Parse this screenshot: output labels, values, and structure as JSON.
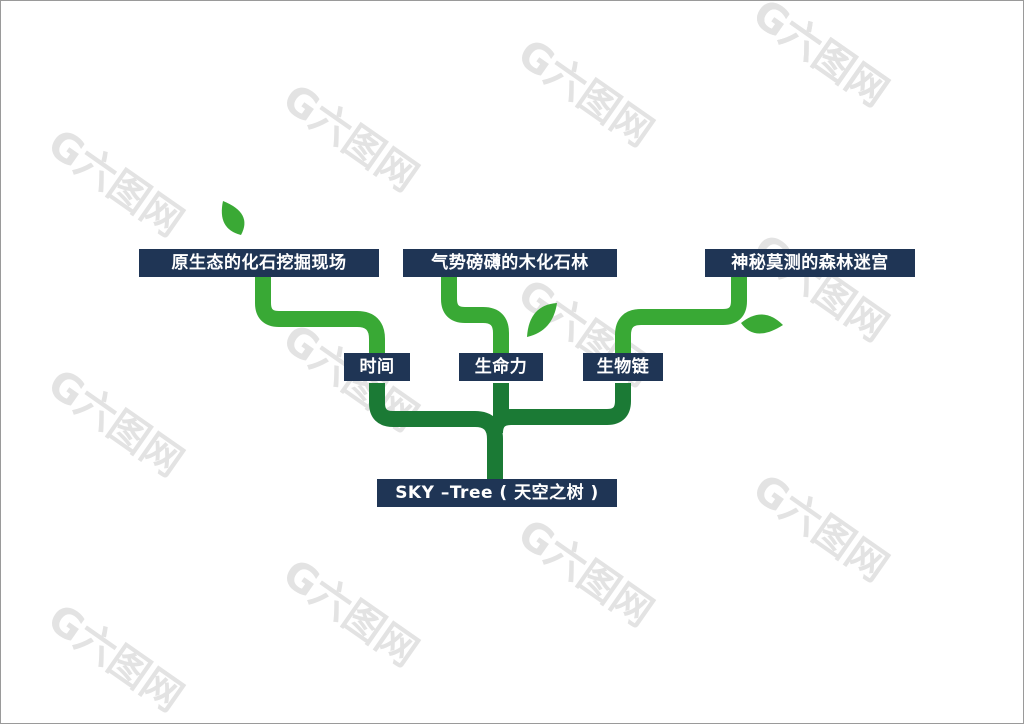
{
  "diagram": {
    "type": "tree",
    "colors": {
      "label_background": "#1f3555",
      "label_text": "#ffffff",
      "trunk": "#1b7a35",
      "branch": "#39a935",
      "leaf": "#3aa935"
    },
    "root": {
      "label": "SKY –Tree ( 天空之树 )"
    },
    "branches": [
      {
        "label": "时间",
        "leaf_label": "原生态的化石挖掘现场"
      },
      {
        "label": "生命力",
        "leaf_label": "气势磅礴的木化石林"
      },
      {
        "label": "生物链",
        "leaf_label": "神秘莫测的森林迷宫"
      }
    ]
  },
  "watermark": {
    "text": "G六图网",
    "color": "#e3e3e3"
  }
}
